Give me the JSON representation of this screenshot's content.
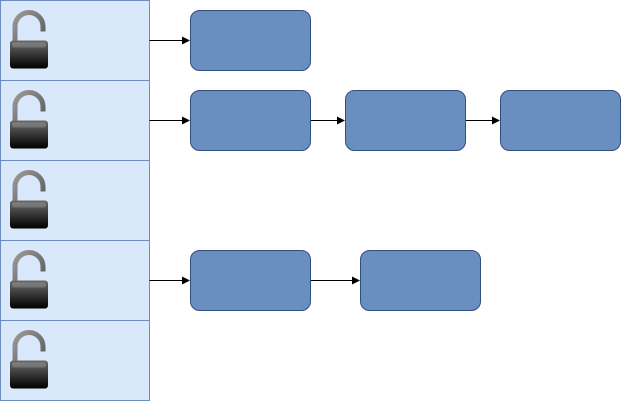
{
  "diagram": {
    "buckets": [
      {
        "icon": "padlock-icon",
        "state": "unlocked",
        "chain_nodes": 1
      },
      {
        "icon": "padlock-icon",
        "state": "unlocked",
        "chain_nodes": 3
      },
      {
        "icon": "padlock-icon",
        "state": "unlocked",
        "chain_nodes": 0
      },
      {
        "icon": "padlock-icon",
        "state": "unlocked",
        "chain_nodes": 2
      },
      {
        "icon": "padlock-icon",
        "state": "unlocked",
        "chain_nodes": 0
      }
    ],
    "colors": {
      "bucket_fill": "#dae8fc",
      "bucket_stroke": "#6c8ebf",
      "node_fill": "#6a8ebf",
      "node_stroke": "#314f7e",
      "arrow": "#000000"
    }
  }
}
